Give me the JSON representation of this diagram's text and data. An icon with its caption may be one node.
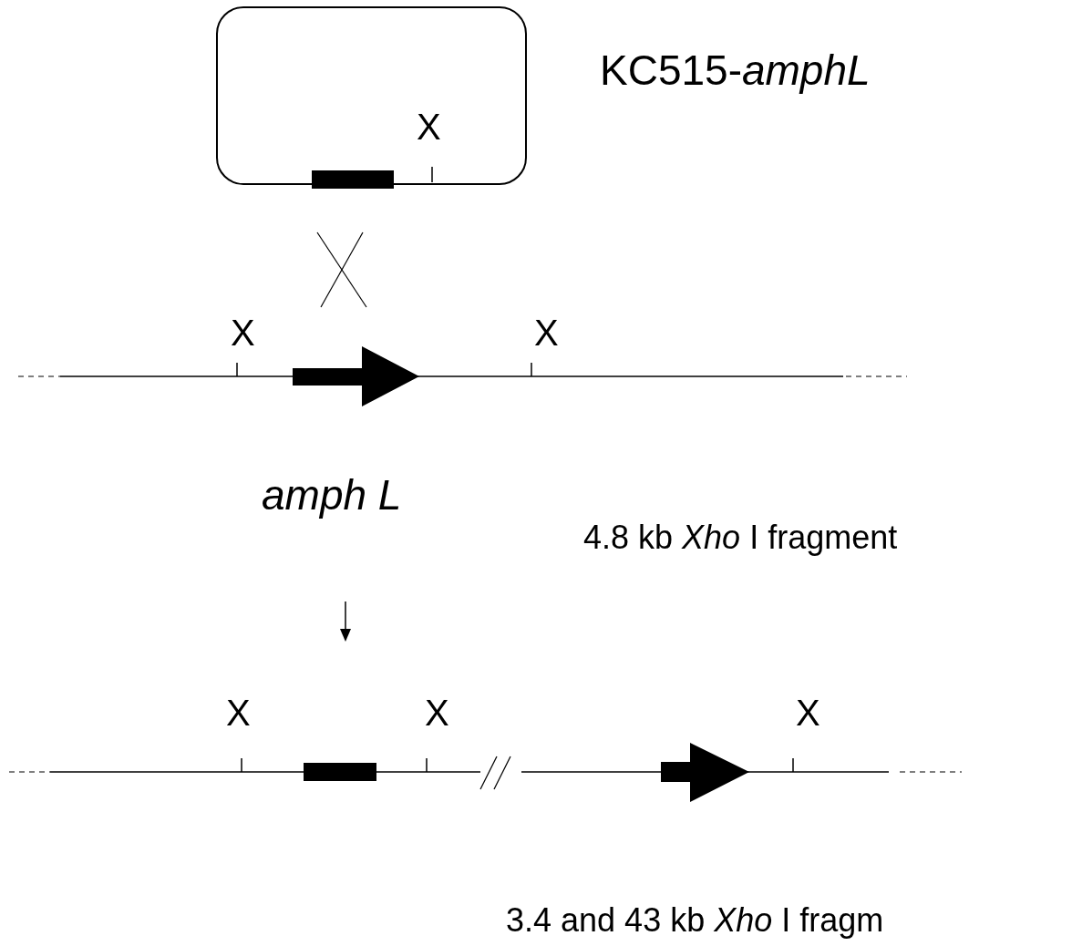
{
  "diagram": {
    "nodes": [
      {
        "text": [
          "X"
        ],
        "beside": [
          "KC515-*amphL*"
        ]
      }
    ],
    "labels": [
      "X",
      "X",
      "amph L",
      "4.8 kb *Xho* I  fragment",
      "X",
      "X",
      "X",
      "3.4 and 43 kb *Xho* I  fragm"
    ]
  }
}
